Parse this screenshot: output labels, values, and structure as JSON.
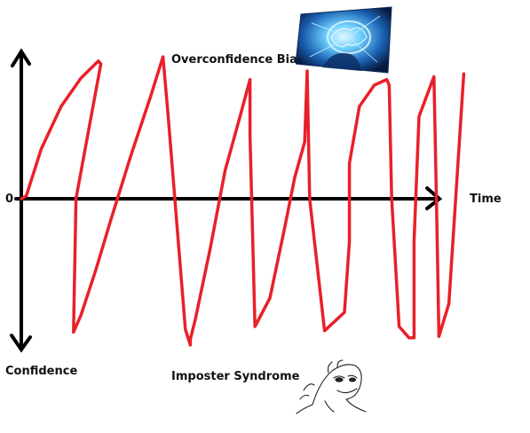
{
  "chart_data": {
    "type": "line",
    "title": "",
    "xlabel": "Time",
    "ylabel": "Confidence",
    "origin_label": "0",
    "xlim": [
      0,
      1
    ],
    "ylim": [
      -1,
      1
    ],
    "grid": false,
    "series": [
      {
        "color": "#e8202a",
        "x": [
          0.0,
          0.01,
          0.04,
          0.08,
          0.12,
          0.155,
          0.16,
          0.11,
          0.105,
          0.12,
          0.15,
          0.18,
          0.22,
          0.26,
          0.285,
          0.295,
          0.33,
          0.34,
          0.34,
          0.35,
          0.38,
          0.41,
          0.44,
          0.46,
          0.46,
          0.47,
          0.5,
          0.53,
          0.55,
          0.57,
          0.575,
          0.58,
          0.61,
          0.65,
          0.66,
          0.66,
          0.68,
          0.71,
          0.735,
          0.74,
          0.745,
          0.76,
          0.78,
          0.79,
          0.79,
          0.8,
          0.83,
          0.835,
          0.84,
          0.86,
          0.89
        ],
        "y": [
          0.0,
          0.02,
          0.35,
          0.65,
          0.85,
          0.97,
          0.95,
          0.0,
          -0.94,
          -0.82,
          -0.5,
          -0.15,
          0.3,
          0.72,
          1.0,
          0.6,
          -0.92,
          -1.03,
          -0.99,
          -0.85,
          -0.35,
          0.2,
          0.58,
          0.84,
          0.45,
          -0.9,
          -0.7,
          -0.2,
          0.15,
          0.4,
          0.9,
          0.0,
          -0.93,
          -0.8,
          -0.3,
          0.25,
          0.65,
          0.8,
          0.84,
          0.8,
          0.0,
          -0.9,
          -0.98,
          -0.98,
          -0.3,
          0.58,
          0.86,
          0.0,
          -0.97,
          -0.74,
          0.88
        ]
      }
    ],
    "annotations": [
      {
        "text": "Overconfidence Bias"
      },
      {
        "text": "Imposter Syndrome"
      }
    ]
  }
}
